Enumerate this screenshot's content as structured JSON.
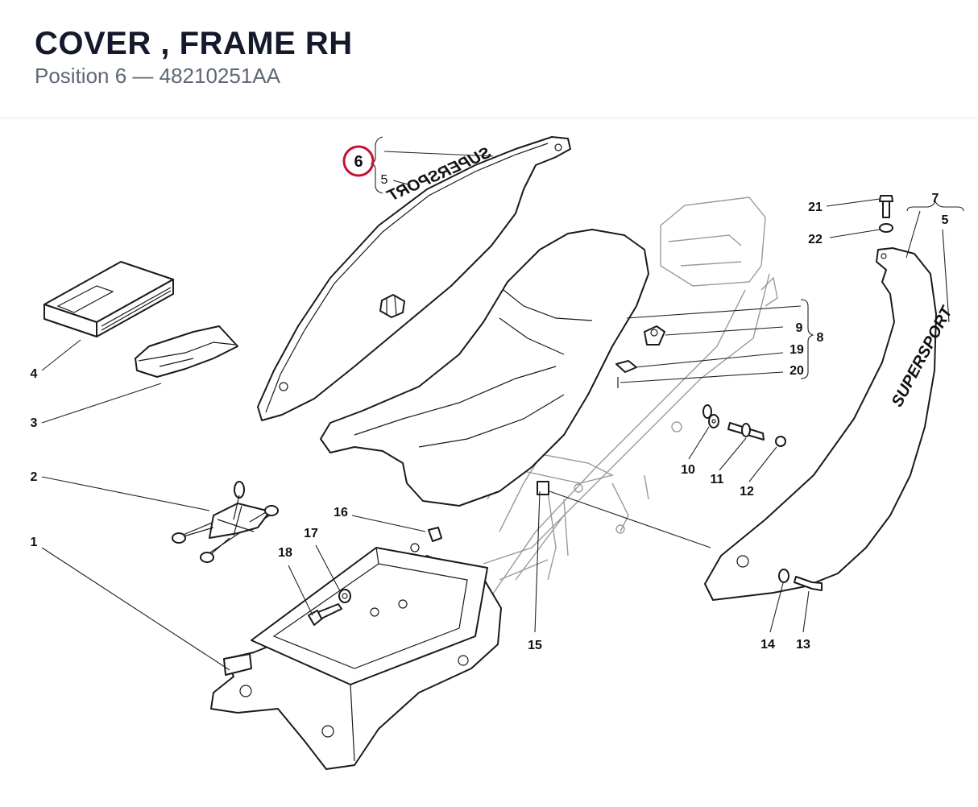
{
  "header": {
    "title": "COVER , FRAME RH",
    "subtitle": "Position 6 — 48210251AA"
  },
  "diagram": {
    "highlight_color": "#c8102e",
    "highlighted_label": "6",
    "brand_text": "SUPERSPORT",
    "labels": {
      "l1": "1",
      "l2": "2",
      "l3": "3",
      "l4": "4",
      "l5a": "5",
      "l5b": "5",
      "l6": "6",
      "l7": "7",
      "l8": "8",
      "l9": "9",
      "l10": "10",
      "l11": "11",
      "l12": "12",
      "l13": "13",
      "l14": "14",
      "l15": "15",
      "l16": "16",
      "l17": "17",
      "l18": "18",
      "l19": "19",
      "l20": "20",
      "l21": "21",
      "l22": "22"
    }
  }
}
